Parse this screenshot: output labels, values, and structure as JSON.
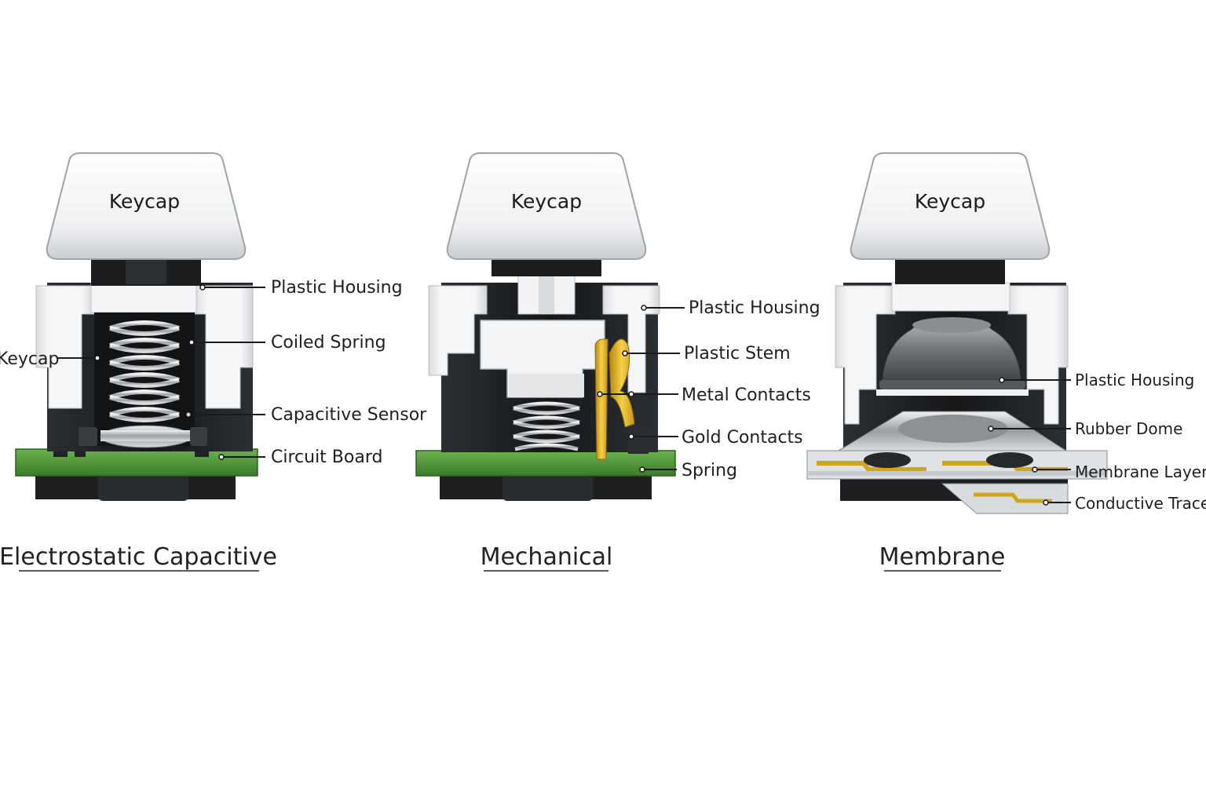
{
  "panels": [
    {
      "id": "capacitive",
      "keycap": "Keycap",
      "title": "Electrostatic Capacitive",
      "callouts": [
        "Plastic Housing",
        "Coiled Spring",
        "Capacitive Sensor",
        "Circuit Board"
      ],
      "left_callout": "Keycap"
    },
    {
      "id": "mechanical",
      "keycap": "Keycap",
      "title": "Mechanical",
      "callouts": [
        "Plastic Housing",
        "Plastic Stem",
        "Metal Contacts",
        "Gold Contacts",
        "Spring"
      ]
    },
    {
      "id": "membrane",
      "keycap": "Keycap",
      "title": "Membrane",
      "callouts": [
        "Plastic Housing",
        "Rubber Dome",
        "Membrane Layers",
        "Conductive Traces"
      ]
    }
  ],
  "colors": {
    "pcb_green": "#4f9a3a",
    "gold": "#e2b524",
    "housing_white": "#f2f3f4",
    "dark_body": "#1e2124"
  }
}
